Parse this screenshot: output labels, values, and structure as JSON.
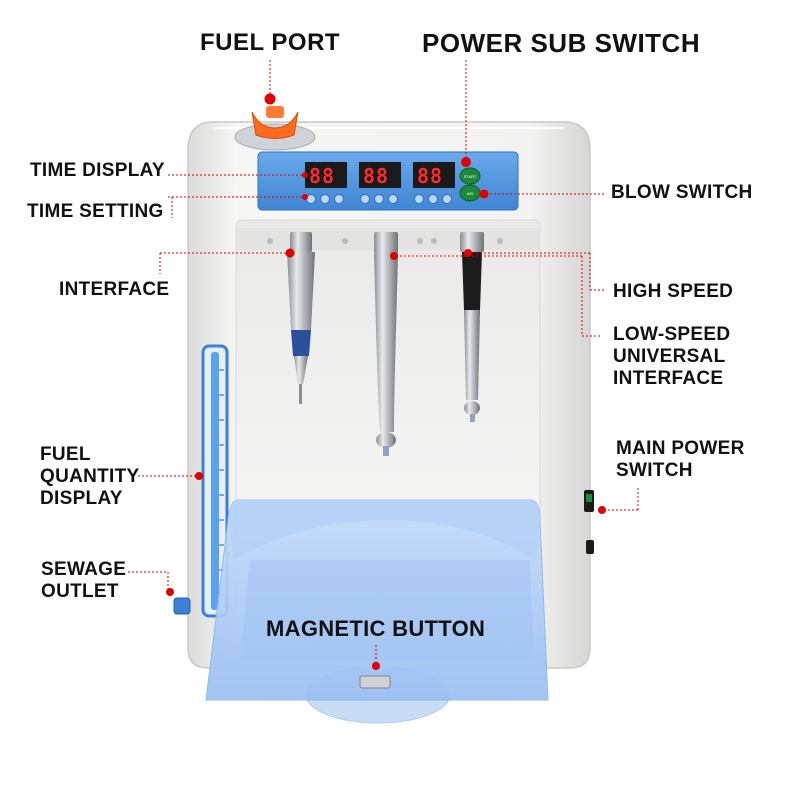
{
  "labels": {
    "fuel_port": "FUEL PORT",
    "power_sub_switch": "POWER SUB SWITCH",
    "time_display": "TIME DISPLAY",
    "time_setting": "TIME SETTING",
    "blow_switch": "BLOW SWITCH",
    "interface": "INTERFACE",
    "high_speed": "HIGH SPEED",
    "low_speed_universal_interface": [
      "LOW-SPEED",
      "UNIVERSAL",
      "INTERFACE"
    ],
    "main_power_switch": [
      "MAIN POWER",
      "SWITCH"
    ],
    "fuel_quantity_display": [
      "FUEL",
      "QUANTITY",
      "DISPLAY"
    ],
    "sewage_outlet": [
      "SEWAGE",
      "OUTLET"
    ],
    "magnetic_button": "MAGNETIC BUTTON"
  },
  "display": {
    "timer_readouts": [
      "88",
      "88",
      "88"
    ],
    "button_labels": [
      "START",
      "AIR"
    ]
  },
  "colors": {
    "marker": "#e00000",
    "leader_line": "#e00000",
    "device_body": "#f1f1ef",
    "panel_blue": "#4f97e0",
    "cover_blue": "#a8c8f4",
    "fuel_port_orange": "#ff6a1f"
  }
}
